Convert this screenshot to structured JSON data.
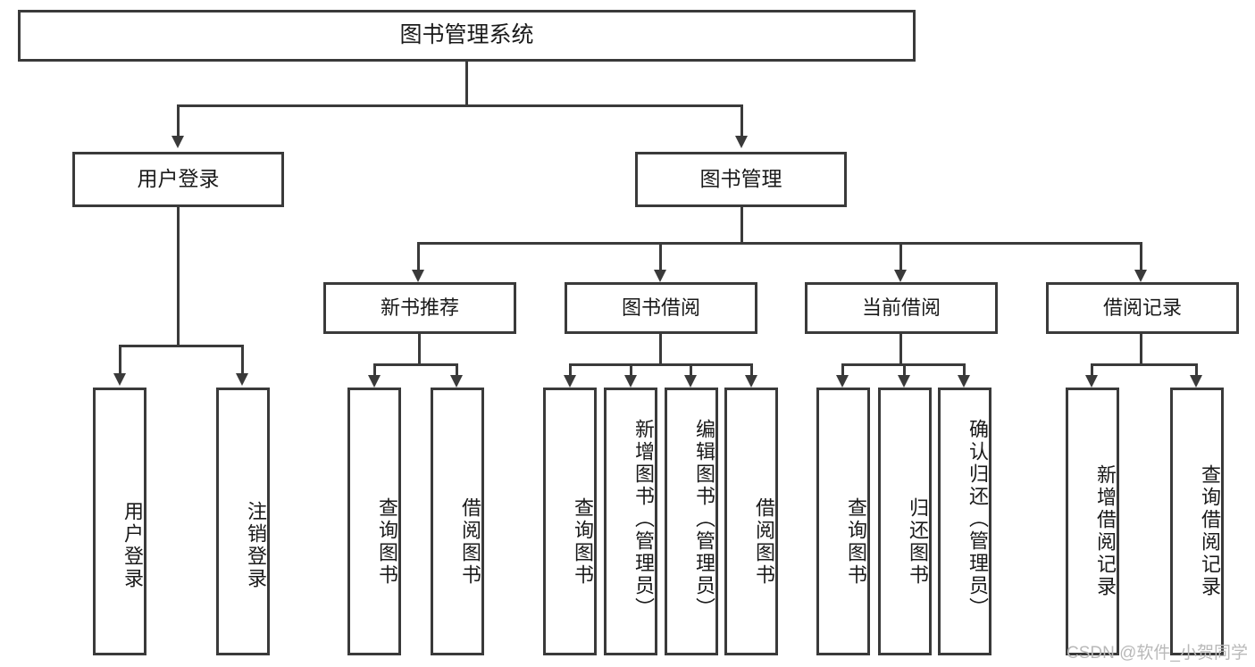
{
  "diagram": {
    "title": "图书管理系统",
    "type": "tree-hierarchy-diagram",
    "root": {
      "label": "图书管理系统"
    },
    "level2": [
      {
        "label": "用户登录"
      },
      {
        "label": "图书管理"
      }
    ],
    "level3": [
      {
        "label": "新书推荐"
      },
      {
        "label": "图书借阅"
      },
      {
        "label": "当前借阅"
      },
      {
        "label": "借阅记录"
      }
    ],
    "leaves": {
      "user_login": [
        {
          "label": "用户登录"
        },
        {
          "label": "注销登录"
        }
      ],
      "new_book_recommend": [
        {
          "label": "查询图书"
        },
        {
          "label": "借阅图书"
        }
      ],
      "book_borrow": [
        {
          "label": "查询图书"
        },
        {
          "label": "新增图书（管理员）"
        },
        {
          "label": "编辑图书（管理员）"
        },
        {
          "label": "借阅图书"
        }
      ],
      "current_borrow": [
        {
          "label": "查询图书"
        },
        {
          "label": "归还图书"
        },
        {
          "label": "确认归还（管理员）"
        }
      ],
      "borrow_record": [
        {
          "label": "新增借阅记录"
        },
        {
          "label": "查询借阅记录"
        }
      ]
    }
  },
  "watermark": {
    "text": "CSDN @软件_小贺同学"
  },
  "colors": {
    "stroke": "#3a3a3a",
    "text": "#1a1a1a",
    "background": "#ffffff",
    "watermark": "#b9b9b9"
  }
}
